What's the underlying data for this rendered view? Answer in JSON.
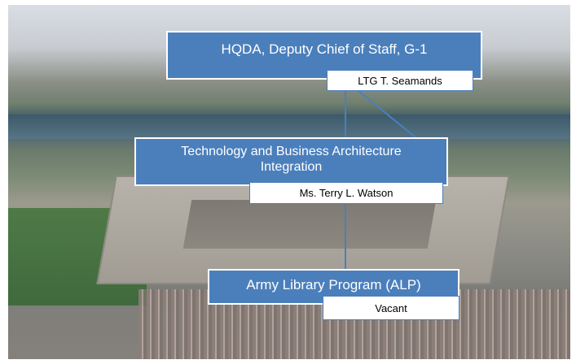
{
  "chart": {
    "nodes": [
      {
        "title": "HQDA, Deputy Chief of Staff, G-1",
        "person": "LTG T. Seamands"
      },
      {
        "title": "Technology and Business Architecture Integration",
        "person": "Ms. Terry L. Watson"
      },
      {
        "title": "Army Library Program (ALP)",
        "person": "Vacant"
      }
    ]
  },
  "colors": {
    "box_fill": "#4b7fbc",
    "box_border": "#ffffff",
    "sub_fill": "#ffffff"
  }
}
